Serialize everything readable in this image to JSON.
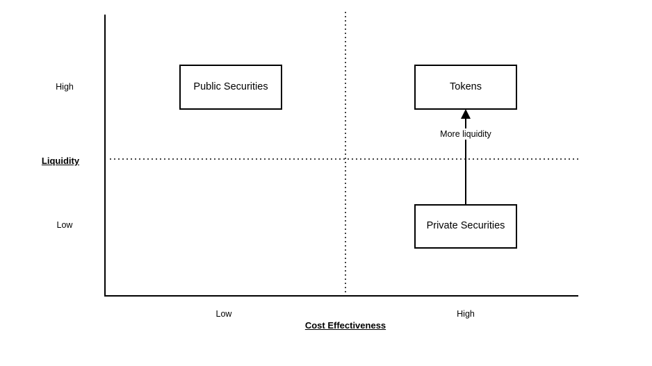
{
  "chart_data": {
    "type": "scatter",
    "title": "",
    "xlabel": "Cost Effectiveness",
    "ylabel": "Liquidity",
    "x_tick_labels": [
      "Low",
      "High"
    ],
    "y_tick_labels": [
      "High",
      "Low"
    ],
    "grid": "dotted-quadrant-dividers",
    "legend": "none",
    "items": [
      {
        "label": "Public Securities",
        "x": "Low",
        "y": "High"
      },
      {
        "label": "Tokens",
        "x": "High",
        "y": "High"
      },
      {
        "label": "Private Securities",
        "x": "High",
        "y": "Low"
      }
    ],
    "annotations": [
      {
        "label": "More liquidity",
        "type": "arrow",
        "from": "Private Securities",
        "to": "Tokens",
        "direction": "up"
      }
    ],
    "colors": {
      "background": "#ffffff",
      "line": "#000000",
      "text": "#000000",
      "box_fill": "#ffffff",
      "box_border": "#000000"
    }
  },
  "diagram": {
    "axes": {
      "y_title": "Liquidity",
      "x_title": "Cost Effectiveness",
      "y_ticks": {
        "high": "High",
        "low": "Low"
      },
      "x_ticks": {
        "low": "Low",
        "high": "High"
      }
    },
    "nodes": {
      "public_securities": "Public Securities",
      "tokens": "Tokens",
      "private_securities": "Private Securities"
    },
    "arrow_label": "More liquidity"
  }
}
